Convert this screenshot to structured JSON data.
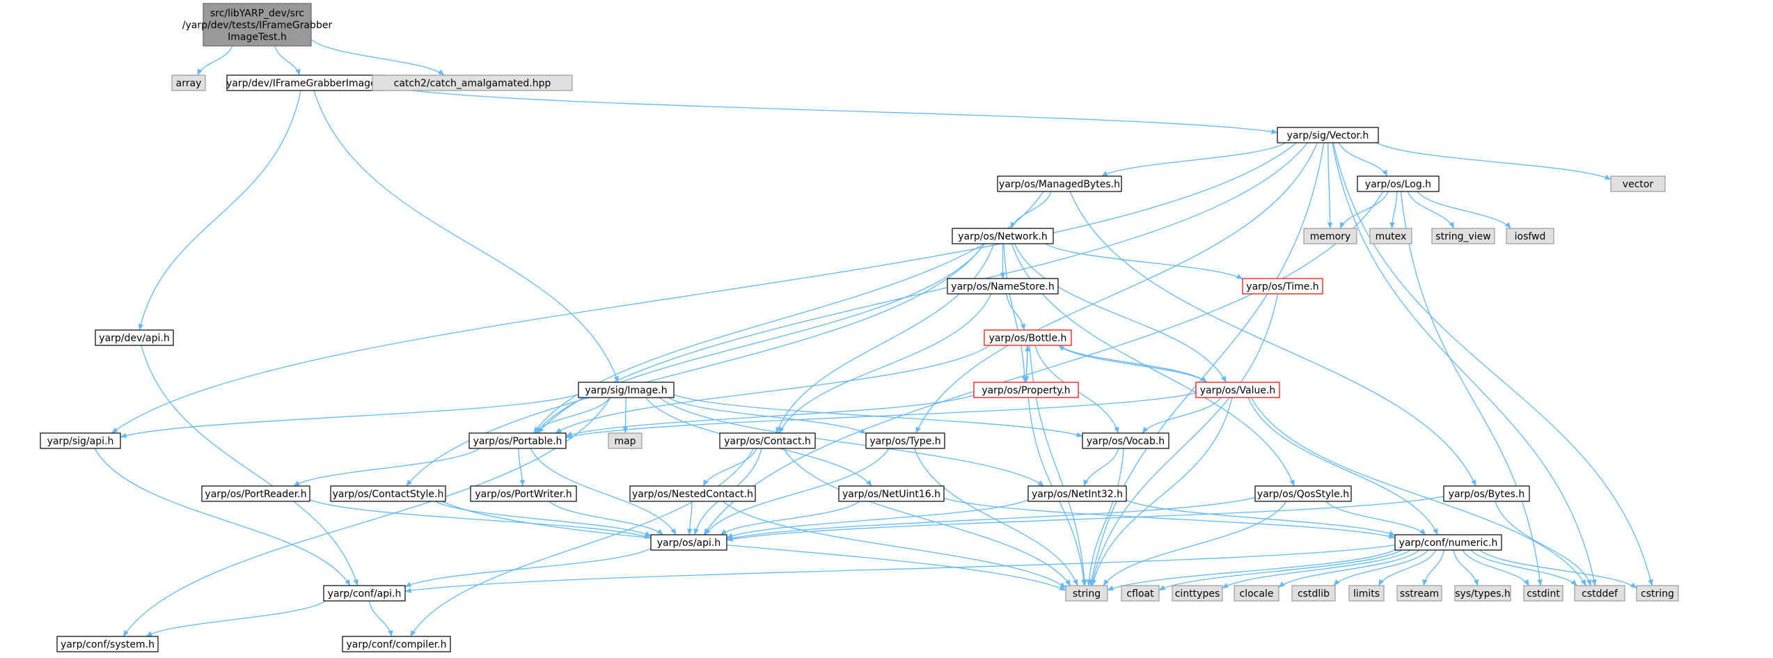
{
  "colors": {
    "edge": "#63b8ff",
    "root_fill": "#999999",
    "default_border": "#000000",
    "external_fill": "#e0e0e0",
    "external_border": "#999999",
    "truncated_border": "#ff0000"
  },
  "nodes": [
    {
      "id": "root",
      "lines": [
        "src/libYARP_dev/src",
        "/yarp/dev/tests/IFrameGrabber",
        "ImageTest.h"
      ],
      "style": "root"
    },
    {
      "id": "array",
      "lines": [
        "array"
      ],
      "style": "external"
    },
    {
      "id": "ifgi",
      "lines": [
        "yarp/dev/IFrameGrabberImage.h"
      ],
      "style": "default"
    },
    {
      "id": "catch2",
      "lines": [
        "catch2/catch_amalgamated.hpp"
      ],
      "style": "external"
    },
    {
      "id": "sigvector",
      "lines": [
        "yarp/sig/Vector.h"
      ],
      "style": "default"
    },
    {
      "id": "managedbytes",
      "lines": [
        "yarp/os/ManagedBytes.h"
      ],
      "style": "default"
    },
    {
      "id": "oslog",
      "lines": [
        "yarp/os/Log.h"
      ],
      "style": "default"
    },
    {
      "id": "vector",
      "lines": [
        "vector"
      ],
      "style": "external"
    },
    {
      "id": "memory",
      "lines": [
        "memory"
      ],
      "style": "external"
    },
    {
      "id": "mutex",
      "lines": [
        "mutex"
      ],
      "style": "external"
    },
    {
      "id": "string_view",
      "lines": [
        "string_view"
      ],
      "style": "external"
    },
    {
      "id": "iosfwd",
      "lines": [
        "iosfwd"
      ],
      "style": "external"
    },
    {
      "id": "network",
      "lines": [
        "yarp/os/Network.h"
      ],
      "style": "default"
    },
    {
      "id": "devapi",
      "lines": [
        "yarp/dev/api.h"
      ],
      "style": "default"
    },
    {
      "id": "namestore",
      "lines": [
        "yarp/os/NameStore.h"
      ],
      "style": "default"
    },
    {
      "id": "time",
      "lines": [
        "yarp/os/Time.h"
      ],
      "style": "truncated"
    },
    {
      "id": "bottle",
      "lines": [
        "yarp/os/Bottle.h"
      ],
      "style": "truncated"
    },
    {
      "id": "sigimage",
      "lines": [
        "yarp/sig/Image.h"
      ],
      "style": "default"
    },
    {
      "id": "property",
      "lines": [
        "yarp/os/Property.h"
      ],
      "style": "truncated"
    },
    {
      "id": "value",
      "lines": [
        "yarp/os/Value.h"
      ],
      "style": "truncated"
    },
    {
      "id": "sigapi",
      "lines": [
        "yarp/sig/api.h"
      ],
      "style": "default"
    },
    {
      "id": "portable",
      "lines": [
        "yarp/os/Portable.h"
      ],
      "style": "default"
    },
    {
      "id": "map",
      "lines": [
        "map"
      ],
      "style": "external"
    },
    {
      "id": "contact",
      "lines": [
        "yarp/os/Contact.h"
      ],
      "style": "default"
    },
    {
      "id": "type",
      "lines": [
        "yarp/os/Type.h"
      ],
      "style": "default"
    },
    {
      "id": "vocab",
      "lines": [
        "yarp/os/Vocab.h"
      ],
      "style": "default"
    },
    {
      "id": "portreader",
      "lines": [
        "yarp/os/PortReader.h"
      ],
      "style": "default"
    },
    {
      "id": "contactstyle",
      "lines": [
        "yarp/os/ContactStyle.h"
      ],
      "style": "default"
    },
    {
      "id": "portwriter",
      "lines": [
        "yarp/os/PortWriter.h"
      ],
      "style": "default"
    },
    {
      "id": "nestedcontact",
      "lines": [
        "yarp/os/NestedContact.h"
      ],
      "style": "default"
    },
    {
      "id": "netuint16",
      "lines": [
        "yarp/os/NetUint16.h"
      ],
      "style": "default"
    },
    {
      "id": "netint32",
      "lines": [
        "yarp/os/NetInt32.h"
      ],
      "style": "default"
    },
    {
      "id": "qosstyle",
      "lines": [
        "yarp/os/QosStyle.h"
      ],
      "style": "default"
    },
    {
      "id": "bytes",
      "lines": [
        "yarp/os/Bytes.h"
      ],
      "style": "default"
    },
    {
      "id": "osapi",
      "lines": [
        "yarp/os/api.h"
      ],
      "style": "default"
    },
    {
      "id": "numeric",
      "lines": [
        "yarp/conf/numeric.h"
      ],
      "style": "default"
    },
    {
      "id": "confapi",
      "lines": [
        "yarp/conf/api.h"
      ],
      "style": "default"
    },
    {
      "id": "string",
      "lines": [
        "string"
      ],
      "style": "external"
    },
    {
      "id": "cfloat",
      "lines": [
        "cfloat"
      ],
      "style": "external"
    },
    {
      "id": "cinttypes",
      "lines": [
        "cinttypes"
      ],
      "style": "external"
    },
    {
      "id": "clocale",
      "lines": [
        "clocale"
      ],
      "style": "external"
    },
    {
      "id": "cstdlib",
      "lines": [
        "cstdlib"
      ],
      "style": "external"
    },
    {
      "id": "limits",
      "lines": [
        "limits"
      ],
      "style": "external"
    },
    {
      "id": "sstream",
      "lines": [
        "sstream"
      ],
      "style": "external"
    },
    {
      "id": "systypes",
      "lines": [
        "sys/types.h"
      ],
      "style": "external"
    },
    {
      "id": "cstdint",
      "lines": [
        "cstdint"
      ],
      "style": "external"
    },
    {
      "id": "cstddef",
      "lines": [
        "cstddef"
      ],
      "style": "external"
    },
    {
      "id": "cstring",
      "lines": [
        "cstring"
      ],
      "style": "external"
    },
    {
      "id": "confsystem",
      "lines": [
        "yarp/conf/system.h"
      ],
      "style": "default"
    },
    {
      "id": "confcompiler",
      "lines": [
        "yarp/conf/compiler.h"
      ],
      "style": "default"
    }
  ],
  "edges": [
    [
      "root",
      "array"
    ],
    [
      "root",
      "ifgi"
    ],
    [
      "root",
      "catch2"
    ],
    [
      "ifgi",
      "sigvector"
    ],
    [
      "ifgi",
      "devapi"
    ],
    [
      "ifgi",
      "sigimage"
    ],
    [
      "sigvector",
      "managedbytes"
    ],
    [
      "sigvector",
      "oslog"
    ],
    [
      "sigvector",
      "vector"
    ],
    [
      "sigvector",
      "memory"
    ],
    [
      "sigvector",
      "cstddef"
    ],
    [
      "sigvector",
      "cstring"
    ],
    [
      "sigvector",
      "string"
    ],
    [
      "sigvector",
      "type"
    ],
    [
      "sigvector",
      "portable"
    ],
    [
      "sigvector",
      "sigapi"
    ],
    [
      "managedbytes",
      "network"
    ],
    [
      "managedbytes",
      "portable"
    ],
    [
      "managedbytes",
      "bytes"
    ],
    [
      "oslog",
      "memory"
    ],
    [
      "oslog",
      "mutex"
    ],
    [
      "oslog",
      "string_view"
    ],
    [
      "oslog",
      "iosfwd"
    ],
    [
      "oslog",
      "cstdint"
    ],
    [
      "oslog",
      "osapi"
    ],
    [
      "network",
      "namestore"
    ],
    [
      "network",
      "time"
    ],
    [
      "network",
      "portable"
    ],
    [
      "network",
      "contact"
    ],
    [
      "network",
      "property"
    ],
    [
      "network",
      "value"
    ],
    [
      "network",
      "qosstyle"
    ],
    [
      "network",
      "contactstyle"
    ],
    [
      "namestore",
      "bottle"
    ],
    [
      "namestore",
      "contact"
    ],
    [
      "time",
      "string"
    ],
    [
      "bottle",
      "property"
    ],
    [
      "bottle",
      "value"
    ],
    [
      "bottle",
      "portable"
    ],
    [
      "bottle",
      "vocab"
    ],
    [
      "bottle",
      "string"
    ],
    [
      "property",
      "bottle"
    ],
    [
      "property",
      "portable"
    ],
    [
      "property",
      "string"
    ],
    [
      "value",
      "bottle"
    ],
    [
      "value",
      "portable"
    ],
    [
      "value",
      "vocab"
    ],
    [
      "value",
      "numeric"
    ],
    [
      "value",
      "string"
    ],
    [
      "value",
      "cstddef"
    ],
    [
      "devapi",
      "confapi"
    ],
    [
      "sigimage",
      "sigapi"
    ],
    [
      "sigimage",
      "portable"
    ],
    [
      "sigimage",
      "map"
    ],
    [
      "sigimage",
      "type"
    ],
    [
      "sigimage",
      "vocab"
    ],
    [
      "sigimage",
      "netuint16"
    ],
    [
      "sigimage",
      "netint32"
    ],
    [
      "sigimage",
      "confsystem"
    ],
    [
      "sigapi",
      "confapi"
    ],
    [
      "portable",
      "portreader"
    ],
    [
      "portable",
      "portwriter"
    ],
    [
      "portable",
      "osapi"
    ],
    [
      "contact",
      "nestedcontact"
    ],
    [
      "contact",
      "string"
    ],
    [
      "contact",
      "osapi"
    ],
    [
      "contact",
      "confcompiler"
    ],
    [
      "type",
      "osapi"
    ],
    [
      "type",
      "string"
    ],
    [
      "vocab",
      "netint32"
    ],
    [
      "vocab",
      "string"
    ],
    [
      "portreader",
      "osapi"
    ],
    [
      "contactstyle",
      "osapi"
    ],
    [
      "contactstyle",
      "string"
    ],
    [
      "portwriter",
      "osapi"
    ],
    [
      "nestedcontact",
      "osapi"
    ],
    [
      "nestedcontact",
      "string"
    ],
    [
      "netuint16",
      "osapi"
    ],
    [
      "netuint16",
      "numeric"
    ],
    [
      "netint32",
      "osapi"
    ],
    [
      "netint32",
      "numeric"
    ],
    [
      "qosstyle",
      "osapi"
    ],
    [
      "qosstyle",
      "numeric"
    ],
    [
      "qosstyle",
      "string"
    ],
    [
      "bytes",
      "osapi"
    ],
    [
      "bytes",
      "cstddef"
    ],
    [
      "osapi",
      "confapi"
    ],
    [
      "numeric",
      "confapi"
    ],
    [
      "numeric",
      "string"
    ],
    [
      "numeric",
      "cfloat"
    ],
    [
      "numeric",
      "cinttypes"
    ],
    [
      "numeric",
      "clocale"
    ],
    [
      "numeric",
      "cstdlib"
    ],
    [
      "numeric",
      "limits"
    ],
    [
      "numeric",
      "sstream"
    ],
    [
      "numeric",
      "systypes"
    ],
    [
      "numeric",
      "cstdint"
    ],
    [
      "numeric",
      "cstddef"
    ],
    [
      "numeric",
      "cstring"
    ],
    [
      "confapi",
      "confsystem"
    ],
    [
      "confapi",
      "confcompiler"
    ]
  ]
}
